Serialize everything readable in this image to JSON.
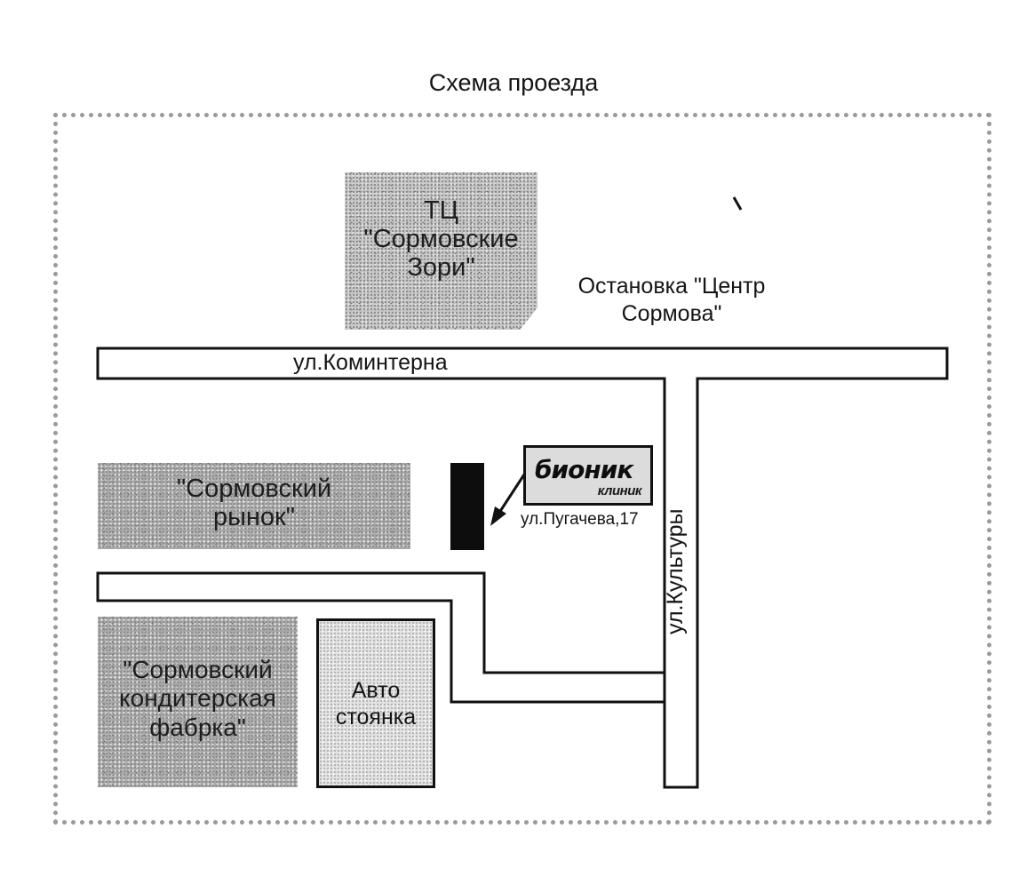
{
  "map": {
    "title": "Схема проезда",
    "landmarks": {
      "mall": "ТЦ \"Сормовские Зори\"",
      "market": "\"Сормовский рынок\"",
      "factory": "\"Сормовский кондитерская фабрка\"",
      "parking": "Авто стоянка"
    },
    "bus_stop": "Остановка \"Центр Сормова\"",
    "streets": {
      "komintern": "ул.Коминтерна",
      "kultury": "ул.Культуры"
    },
    "destination": {
      "logo_main": "бионик",
      "logo_sub": "клиник",
      "address": "ул.Пугачева,17"
    },
    "colors": {
      "road_stroke": "#111111",
      "building": "#0d0d0d"
    }
  }
}
